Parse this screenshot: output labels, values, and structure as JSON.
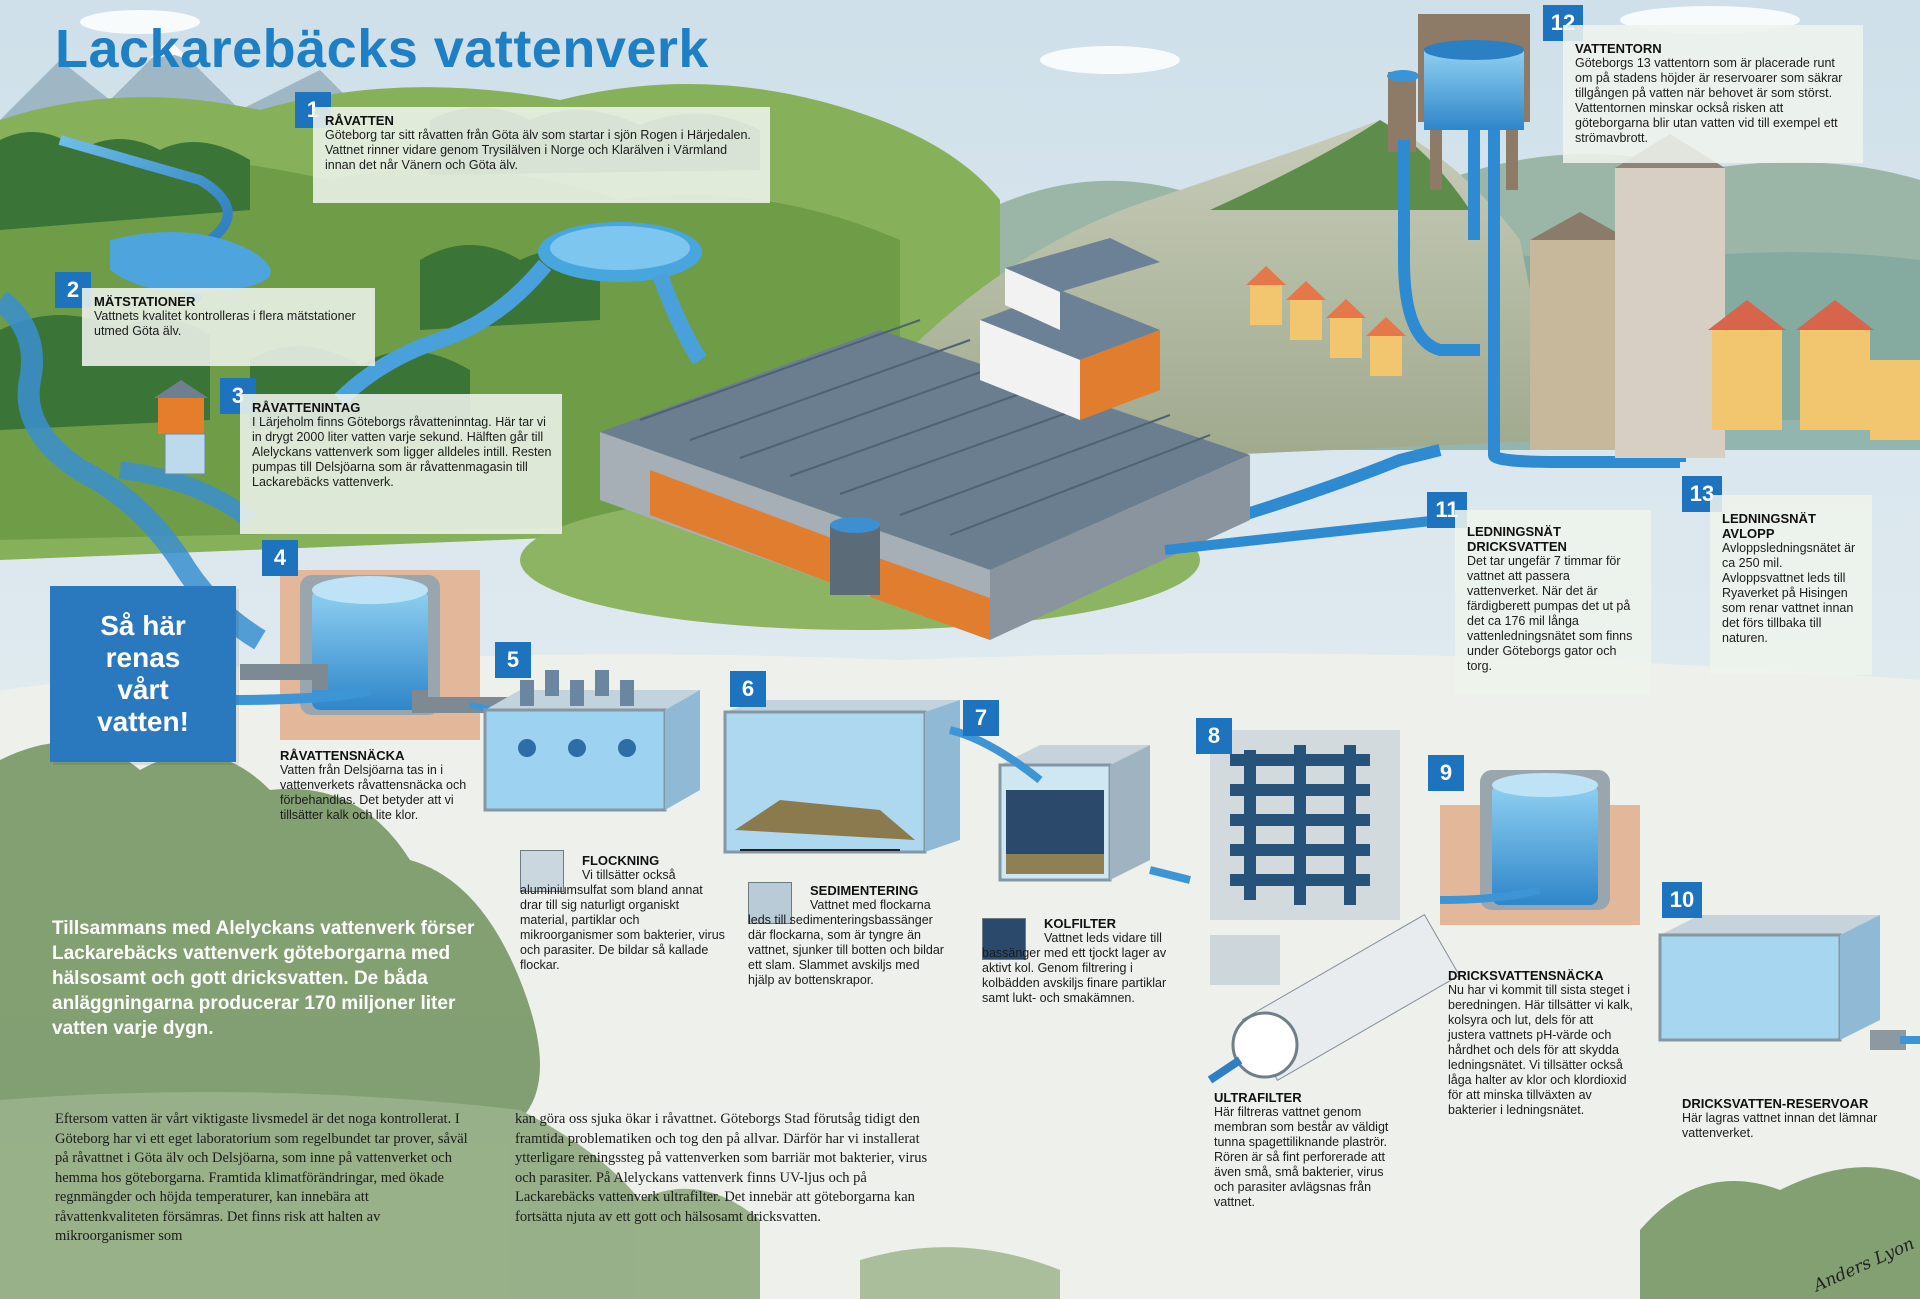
{
  "title": "Lackarebäcks vattenverk",
  "callout": "Så här\nrenas\nvårt\nvatten!",
  "summary": "Tillsammans med Alelyckans vattenverk förser Lackarebäcks vattenverk göteborgarna med hälsosamt och gott dricksvatten. De båda anläggningarna producerar 170 miljoner liter vatten varje dygn.",
  "article": {
    "col1": "Eftersom vatten är vårt viktigaste livsmedel är det noga kontrollerat. I Göteborg har vi ett eget laboratorium som regelbundet tar prover, såväl på råvattnet i Göta älv och Delsjöarna, som inne på vattenverket och hemma hos göteborgarna. Framtida klimatförändringar, med ökade regnmängder och höjda temperaturer, kan innebära att råvattenkvaliteten försämras. Det finns risk att halten av mikroorganismer som",
    "col2": "kan göra oss sjuka ökar i råvattnet. Göteborgs Stad förutsåg tidigt den framtida problematiken och tog den på allvar. Därför har vi installerat ytterligare reningssteg på vattenverken som barriär mot bakterier, virus och parasiter. På Alelyckans vattenverk finns UV-ljus och på Lackarebäcks vattenverk ultrafilter. Det innebär att göteborgarna kan fortsätta njuta av ett gott och hälsosamt dricksvatten."
  },
  "steps": [
    {
      "num": "1",
      "head": "Råvatten",
      "body": "Göteborg tar sitt råvatten från Göta älv som startar i sjön Rogen i Härjedalen. Vattnet rinner vidare genom Trysilälven i Norge och Klarälven i Värmland innan det når Vänern och Göta älv."
    },
    {
      "num": "2",
      "head": "Mätstationer",
      "body": "Vattnets kvalitet kontrolleras i flera mätstationer utmed Göta älv."
    },
    {
      "num": "3",
      "head": "Råvattenintag",
      "body": "I Lärjeholm finns Göteborgs råvatteninntag. Här tar vi in drygt 2000 liter vatten varje sekund. Hälften går till Alelyckans vattenverk som ligger alldeles intill. Resten pumpas till Delsjöarna som är råvattenmagasin till Lackarebäcks vattenverk."
    },
    {
      "num": "4",
      "head": "Råvattensnäcka",
      "body": "Vatten från Delsjöarna tas in i vattenverkets råvattensnäcka och förbehandlas. Det betyder att vi tillsätter kalk och lite klor."
    },
    {
      "num": "5",
      "head": "Flockning",
      "body": "Vi tillsätter också aluminiumsulfat som bland annat drar till sig naturligt organiskt material, partiklar och mikroorganismer som bakterier, virus och parasiter. De bildar så kallade flockar."
    },
    {
      "num": "6",
      "head": "Sedimentering",
      "body": "Vattnet med flockarna leds till sedimenteringsbassänger där flockarna, som är tyngre än vattnet, sjunker till botten och bildar ett slam. Slammet avskiljs med hjälp av bottenskrapor."
    },
    {
      "num": "7",
      "head": "Kolfilter",
      "body": "Vattnet leds vidare till bassänger med ett tjockt lager av aktivt kol. Genom filtrering i kolbädden avskiljs finare partiklar samt lukt- och smakämnen."
    },
    {
      "num": "8",
      "head": "Ultrafilter",
      "body": "Här filtreras vattnet genom membran som består av väldigt tunna spagettiliknande plaströr. Rören är så fint perforerade att även små, små bakterier, virus och parasiter avlägsnas från vattnet."
    },
    {
      "num": "9",
      "head": "Dricksvattensnäcka",
      "body": "Nu har vi kommit till sista steget i beredningen. Här tillsätter vi kalk, kolsyra och lut, dels för att justera vattnets pH-värde och hårdhet och dels för att skydda ledningsnätet. Vi tillsätter också låga halter av klor och klordioxid för att minska tillväxten av bakterier i ledningsnätet."
    },
    {
      "num": "10",
      "head": "Dricksvatten-reservoar",
      "body": "Här lagras vattnet innan det lämnar vattenverket."
    },
    {
      "num": "11",
      "head": "Ledningsnät dricksvatten",
      "body": "Det tar ungefär 7 timmar för vattnet att passera vattenverket. När det är färdigberett pumpas det ut på det ca 176 mil långa vattenledningsnätet som finns under Göteborgs gator och torg."
    },
    {
      "num": "12",
      "head": "Vattentorn",
      "body": "Göteborgs 13 vattentorn som är placerade runt om på stadens höjder är reservoarer som säkrar tillgången på vatten när behovet är som störst. Vattentornen minskar också risken att göteborgarna blir utan vatten vid till exempel ett strömavbrott."
    },
    {
      "num": "13",
      "head": "Ledningsnät avlopp",
      "body": "Avloppsledningsnätet är ca 250 mil. Avloppsvattnet leds till Ryaverket på Hisingen som renar vattnet innan det förs tillbaka till naturen."
    }
  ],
  "signature": "Anders Lyon",
  "colors": {
    "sky": "#e6eef2",
    "water": "#3a9ad9",
    "water_dark": "#1e73be",
    "badge": "#1e73be",
    "grass": "#7aa84a",
    "forest": "#3f7a38",
    "hill": "#b7bfa6",
    "roof": "#5b7186",
    "wall_orange": "#e07d2e",
    "foliage": "#7e9a6e"
  }
}
